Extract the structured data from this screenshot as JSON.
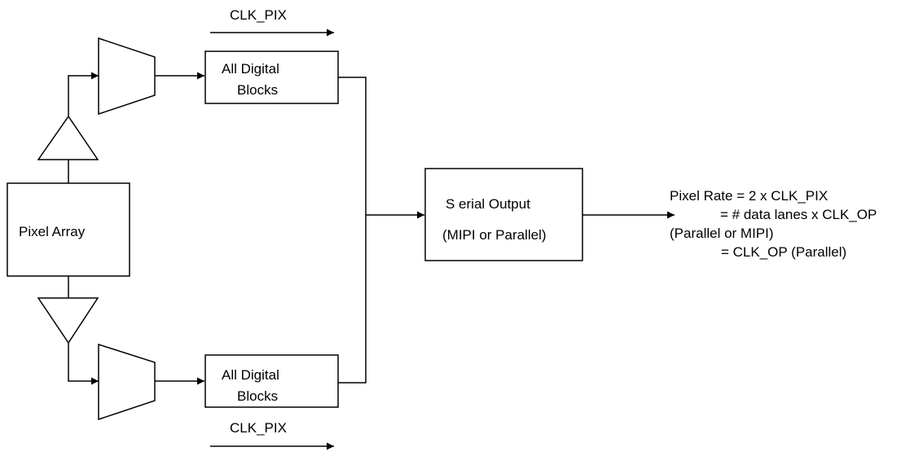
{
  "diagram": {
    "clk_top": "CLK_PIX",
    "clk_bottom": "CLK_PIX",
    "digital_top": [
      "All Digital",
      "Blocks"
    ],
    "digital_bottom": [
      "All Digital",
      "Blocks"
    ],
    "pixel_array": "Pixel Array",
    "serial_output": [
      "S erial Output",
      "(MIPI or Parallel)"
    ],
    "pixel_rate": [
      "Pixel Rate = 2 x CLK_PIX",
      "= # data lanes x CLK_OP",
      "(Parallel or MIPI)",
      "= CLK_OP (Parallel)"
    ]
  }
}
